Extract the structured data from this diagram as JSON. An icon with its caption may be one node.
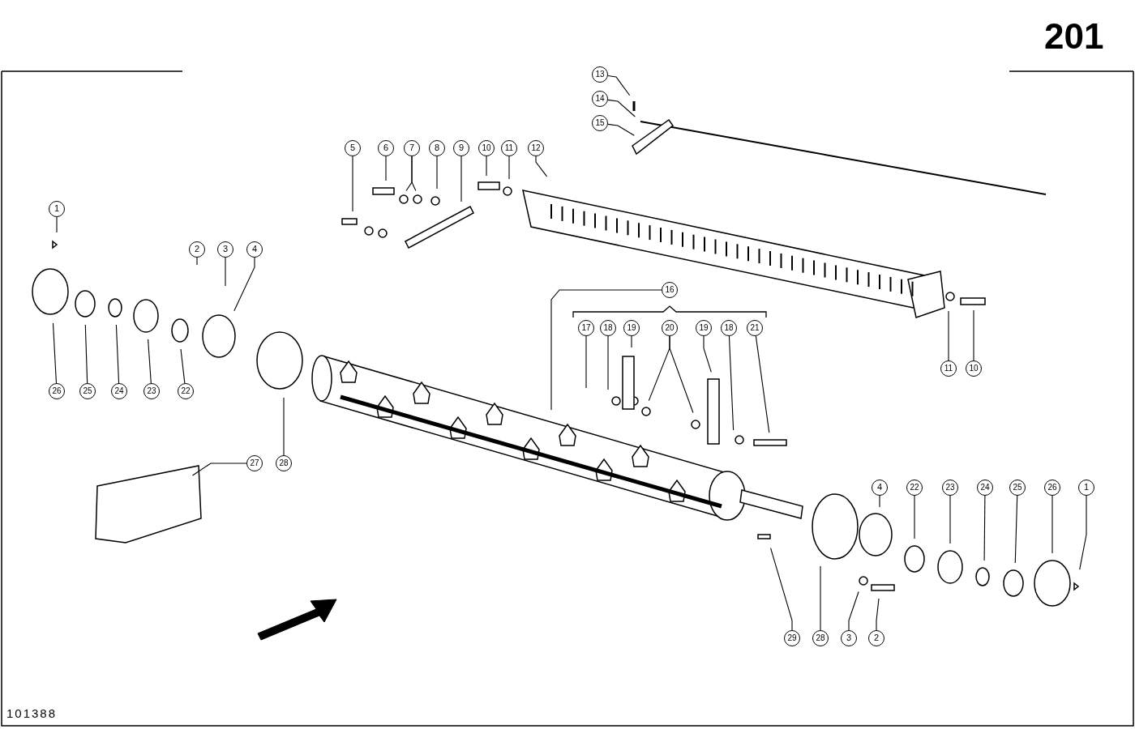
{
  "diagram": {
    "nodes": [
      {
        "text": [
          "13"
        ]
      },
      {
        "text": [
          "14"
        ]
      },
      {
        "text": [
          "15"
        ]
      },
      {
        "text": [
          "5"
        ]
      },
      {
        "text": [
          "6"
        ]
      },
      {
        "text": [
          "7"
        ]
      },
      {
        "text": [
          "8"
        ]
      },
      {
        "text": [
          "9"
        ]
      },
      {
        "text": [
          "10"
        ]
      },
      {
        "text": [
          "11"
        ]
      },
      {
        "text": [
          "12"
        ]
      },
      {
        "text": [
          "1"
        ]
      },
      {
        "text": [
          "2"
        ]
      },
      {
        "text": [
          "3"
        ]
      },
      {
        "text": [
          "4"
        ]
      },
      {
        "text": [
          "16"
        ]
      },
      {
        "text": [
          "17"
        ]
      },
      {
        "text": [
          "18"
        ]
      },
      {
        "text": [
          "19"
        ]
      },
      {
        "text": [
          "20"
        ]
      },
      {
        "text": [
          "19"
        ]
      },
      {
        "text": [
          "18"
        ]
      },
      {
        "text": [
          "21"
        ]
      },
      {
        "text": [
          "11"
        ]
      },
      {
        "text": [
          "10"
        ]
      },
      {
        "text": [
          "26"
        ]
      },
      {
        "text": [
          "25"
        ]
      },
      {
        "text": [
          "24"
        ]
      },
      {
        "text": [
          "23"
        ]
      },
      {
        "text": [
          "22"
        ]
      },
      {
        "text": [
          "27"
        ]
      },
      {
        "text": [
          "28"
        ]
      },
      {
        "text": [
          "4"
        ]
      },
      {
        "text": [
          "22"
        ]
      },
      {
        "text": [
          "23"
        ]
      },
      {
        "text": [
          "24"
        ]
      },
      {
        "text": [
          "25"
        ]
      },
      {
        "text": [
          "26"
        ]
      },
      {
        "text": [
          "1"
        ]
      },
      {
        "text": [
          "29"
        ]
      },
      {
        "text": [
          "28"
        ]
      },
      {
        "text": [
          "3"
        ]
      },
      {
        "text": [
          "2"
        ]
      }
    ],
    "edges": [
      {
        "from": 0,
        "to": null,
        "arrow": "none"
      },
      {
        "from": 1,
        "to": null,
        "arrow": "none"
      },
      {
        "from": 2,
        "to": null,
        "arrow": "none"
      },
      {
        "from": 3,
        "to": null,
        "arrow": "none"
      },
      {
        "from": 4,
        "to": null,
        "arrow": "none"
      },
      {
        "from": 5,
        "to": null,
        "arrow": "none"
      },
      {
        "from": 5,
        "to": null,
        "arrow": "none"
      },
      {
        "from": 6,
        "to": null,
        "arrow": "none"
      },
      {
        "from": 7,
        "to": null,
        "arrow": "none"
      },
      {
        "from": 8,
        "to": null,
        "arrow": "none"
      },
      {
        "from": 9,
        "to": null,
        "arrow": "none"
      },
      {
        "from": 10,
        "to": null,
        "arrow": "none"
      },
      {
        "from": 11,
        "to": null,
        "arrow": "none"
      },
      {
        "from": 12,
        "to": null,
        "arrow": "none"
      },
      {
        "from": 13,
        "to": null,
        "arrow": "none"
      },
      {
        "from": 14,
        "to": null,
        "arrow": "none"
      },
      {
        "from": 15,
        "to": null,
        "arrow": "none"
      },
      {
        "from": 16,
        "to": null,
        "arrow": "none"
      },
      {
        "from": 17,
        "to": null,
        "arrow": "none"
      },
      {
        "from": 18,
        "to": null,
        "arrow": "none"
      },
      {
        "from": 19,
        "to": null,
        "arrow": "none"
      },
      {
        "from": 19,
        "to": null,
        "arrow": "none"
      },
      {
        "from": 20,
        "to": null,
        "arrow": "none"
      },
      {
        "from": 21,
        "to": null,
        "arrow": "none"
      },
      {
        "from": 22,
        "to": null,
        "arrow": "none"
      },
      {
        "from": 23,
        "to": null,
        "arrow": "none"
      },
      {
        "from": 24,
        "to": null,
        "arrow": "none"
      },
      {
        "from": 25,
        "to": null,
        "arrow": "none"
      },
      {
        "from": 26,
        "to": null,
        "arrow": "none"
      },
      {
        "from": 27,
        "to": null,
        "arrow": "none"
      },
      {
        "from": 28,
        "to": null,
        "arrow": "none"
      },
      {
        "from": 29,
        "to": null,
        "arrow": "none"
      },
      {
        "from": 30,
        "to": null,
        "arrow": "none"
      },
      {
        "from": 31,
        "to": null,
        "arrow": "none"
      },
      {
        "from": 32,
        "to": null,
        "arrow": "none"
      },
      {
        "from": 33,
        "to": null,
        "arrow": "none"
      },
      {
        "from": 34,
        "to": null,
        "arrow": "none"
      },
      {
        "from": 35,
        "to": null,
        "arrow": "none"
      },
      {
        "from": 36,
        "to": null,
        "arrow": "none"
      },
      {
        "from": 37,
        "to": null,
        "arrow": "none"
      },
      {
        "from": 38,
        "to": null,
        "arrow": "none"
      },
      {
        "from": 39,
        "to": null,
        "arrow": "none"
      },
      {
        "from": 40,
        "to": null,
        "arrow": "none"
      },
      {
        "from": 41,
        "to": null,
        "arrow": "none"
      },
      {
        "from": 42,
        "to": null,
        "arrow": "none"
      }
    ],
    "labels": [
      "201",
      "101388"
    ]
  }
}
